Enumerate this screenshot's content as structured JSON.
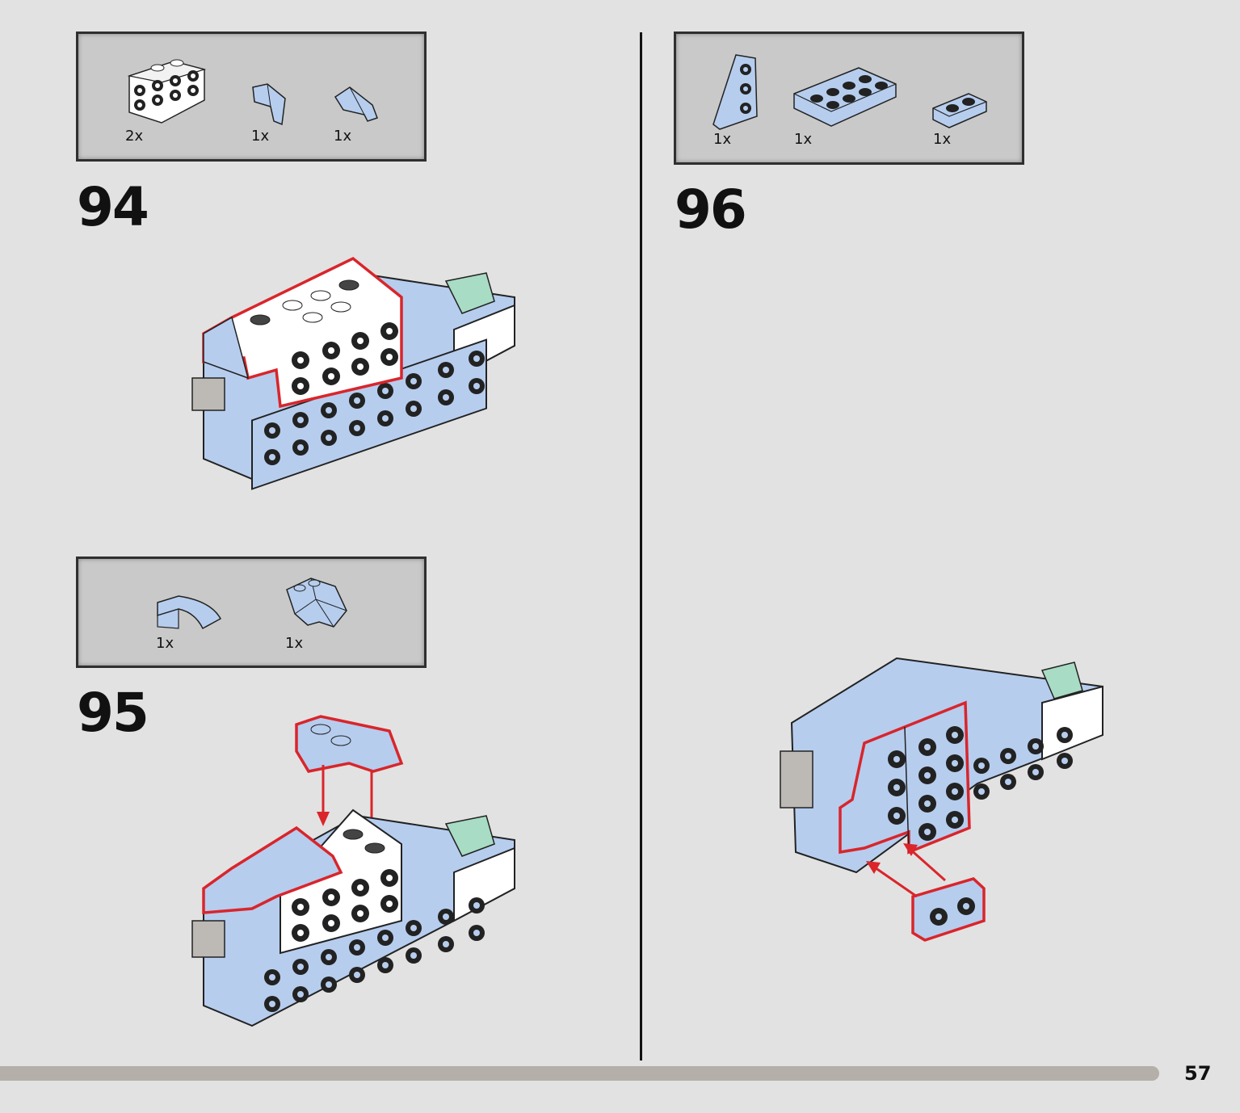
{
  "steps": [
    {
      "number": "94",
      "parts": [
        {
          "qty": "2x",
          "icon": "white-bracket-plate-icon"
        },
        {
          "qty": "1x",
          "icon": "blue-wedge-slope-icon"
        },
        {
          "qty": "1x",
          "icon": "blue-wedge-slope-mirrored-icon"
        }
      ]
    },
    {
      "number": "95",
      "parts": [
        {
          "qty": "1x",
          "icon": "blue-curved-slope-icon"
        },
        {
          "qty": "1x",
          "icon": "blue-claw-plate-icon"
        }
      ]
    },
    {
      "number": "96",
      "parts": [
        {
          "qty": "1x",
          "icon": "blue-wedge-plate-icon"
        },
        {
          "qty": "1x",
          "icon": "blue-plate-2x4-icon"
        },
        {
          "qty": "1x",
          "icon": "blue-plate-1x2-icon"
        }
      ]
    }
  ],
  "page_number": "57",
  "colors": {
    "background": "#e2e2e2",
    "parts_box": "#c9c9c9",
    "brick_blue": "#b6cdee",
    "brick_white": "#ffffff",
    "highlight_red": "#d9252b",
    "trans_green": "#a8dcc4"
  }
}
